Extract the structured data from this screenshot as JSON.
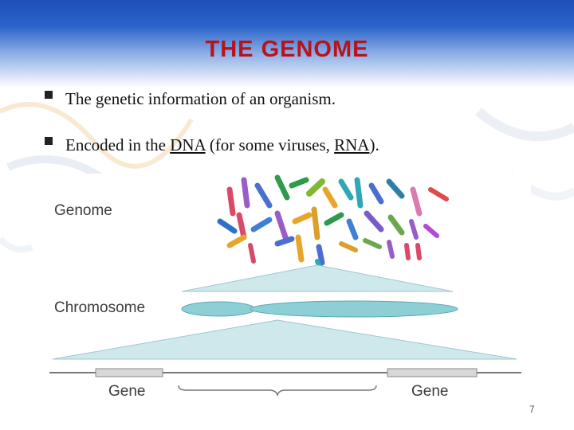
{
  "slide": {
    "title": "THE GENOME",
    "page_number": "7"
  },
  "bullets": [
    {
      "text": "The genetic information of an organism."
    },
    {
      "pre": "Encoded in the ",
      "link1": "DNA",
      "mid": " (for some viruses, ",
      "link2": "RNA",
      "post": ")."
    }
  ],
  "figure": {
    "labels": {
      "genome": "Genome",
      "chromosome": "Chromosome",
      "gene_left": "Gene",
      "gene_right": "Gene"
    }
  },
  "colors": {
    "title": "#b8121b",
    "header_band": "#2a63c9",
    "chromosome": "#8ecfd6"
  }
}
